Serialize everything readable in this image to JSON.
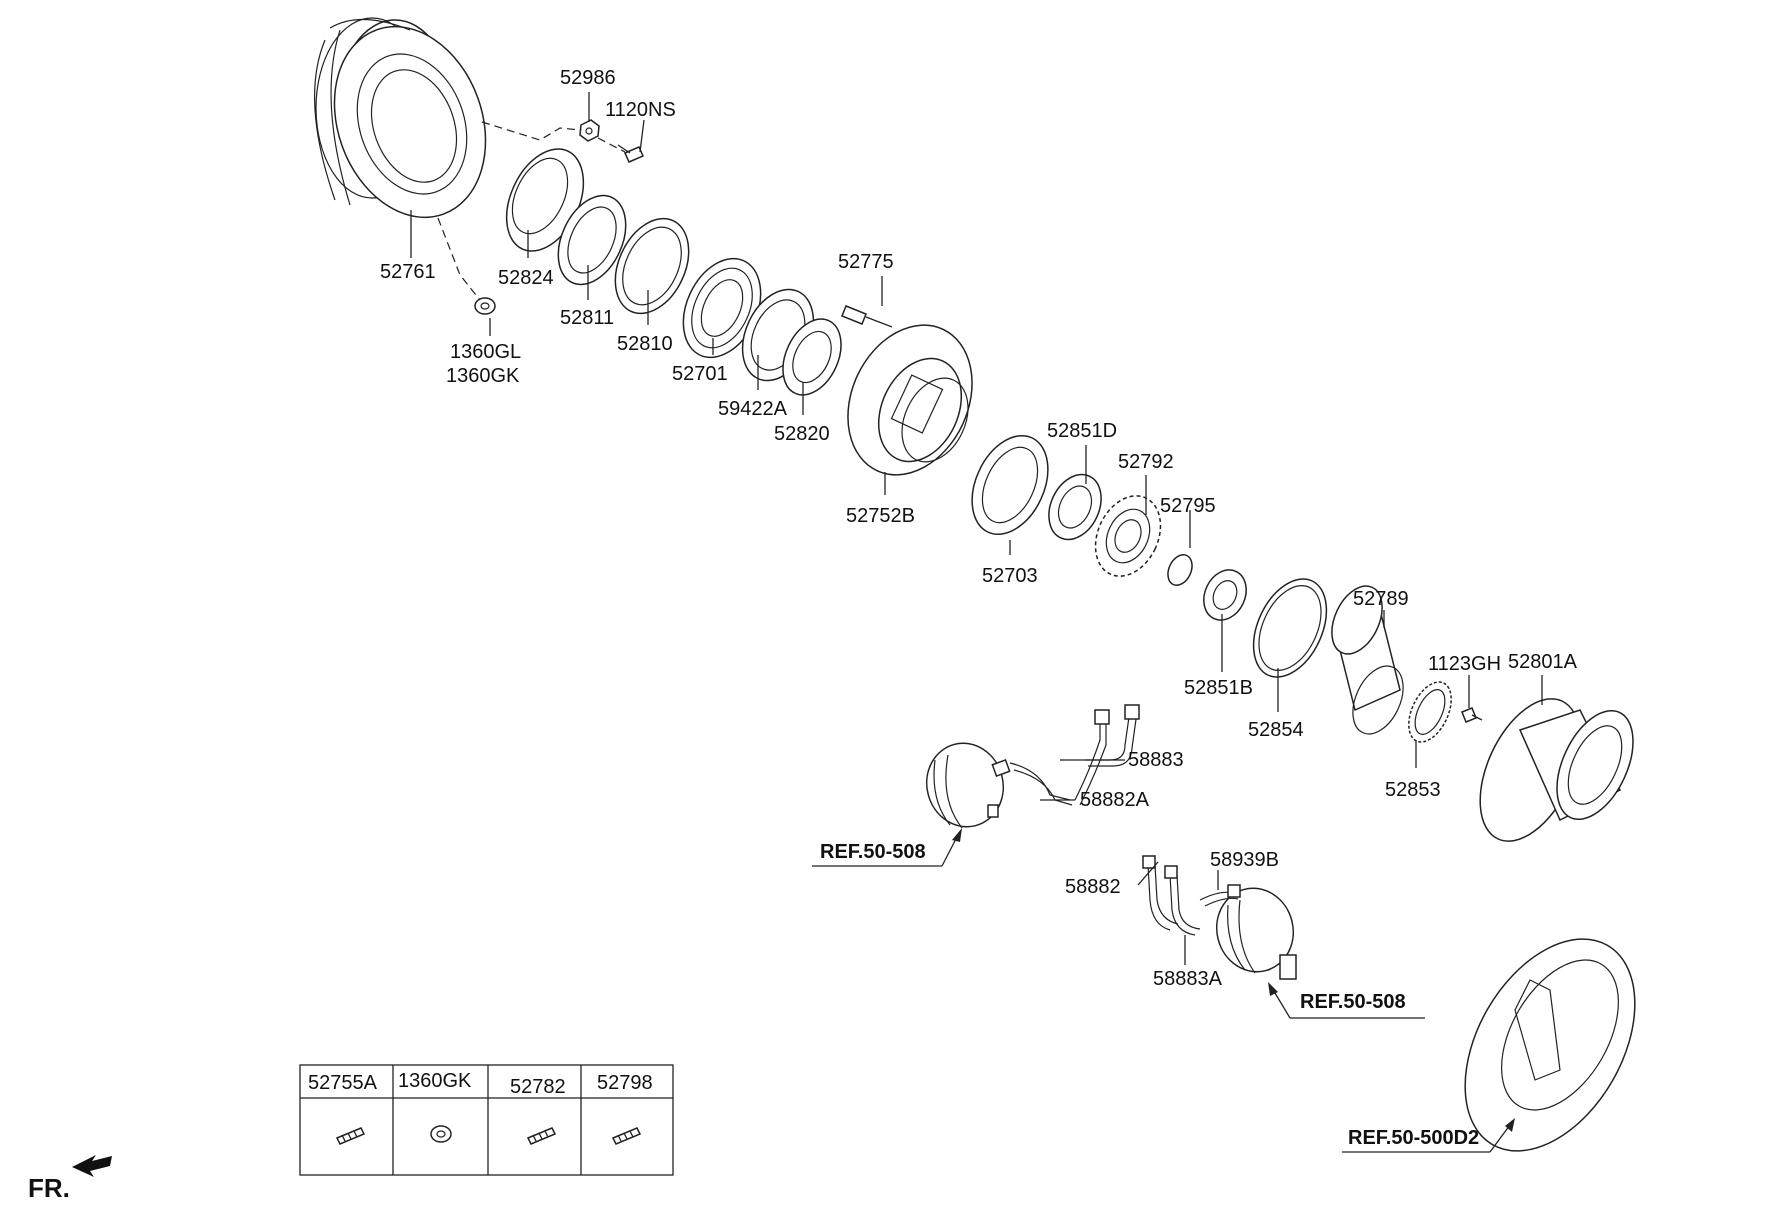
{
  "callouts": {
    "p52986": "52986",
    "p1120NS": "1120NS",
    "p52761": "52761",
    "p52824": "52824",
    "p52811": "52811",
    "p52810": "52810",
    "p52775": "52775",
    "p1360GL": "1360GL",
    "p1360GK": "1360GK",
    "p52701": "52701",
    "p59422A": "59422A",
    "p52820": "52820",
    "p52851D": "52851D",
    "p52792": "52792",
    "p52795": "52795",
    "p52752B": "52752B",
    "p52703": "52703",
    "p52789": "52789",
    "p1123GH": "1123GH",
    "p52801A": "52801A",
    "p52851B": "52851B",
    "p52854": "52854",
    "p52853": "52853",
    "p58883": "58883",
    "p58882A": "58882A",
    "p58939B": "58939B",
    "p58882": "58882",
    "p58883A": "58883A"
  },
  "references": {
    "ref_left": "REF.50-508",
    "ref_right": "REF.50-508",
    "ref_bottom": "REF.50-500D2"
  },
  "legend_table": {
    "headers": [
      "52755A",
      "1360GK",
      "52782",
      "52798"
    ],
    "icons": [
      "stud-icon",
      "washer-icon",
      "stud-icon",
      "stud-icon"
    ]
  },
  "orientation": {
    "label": "FR."
  }
}
